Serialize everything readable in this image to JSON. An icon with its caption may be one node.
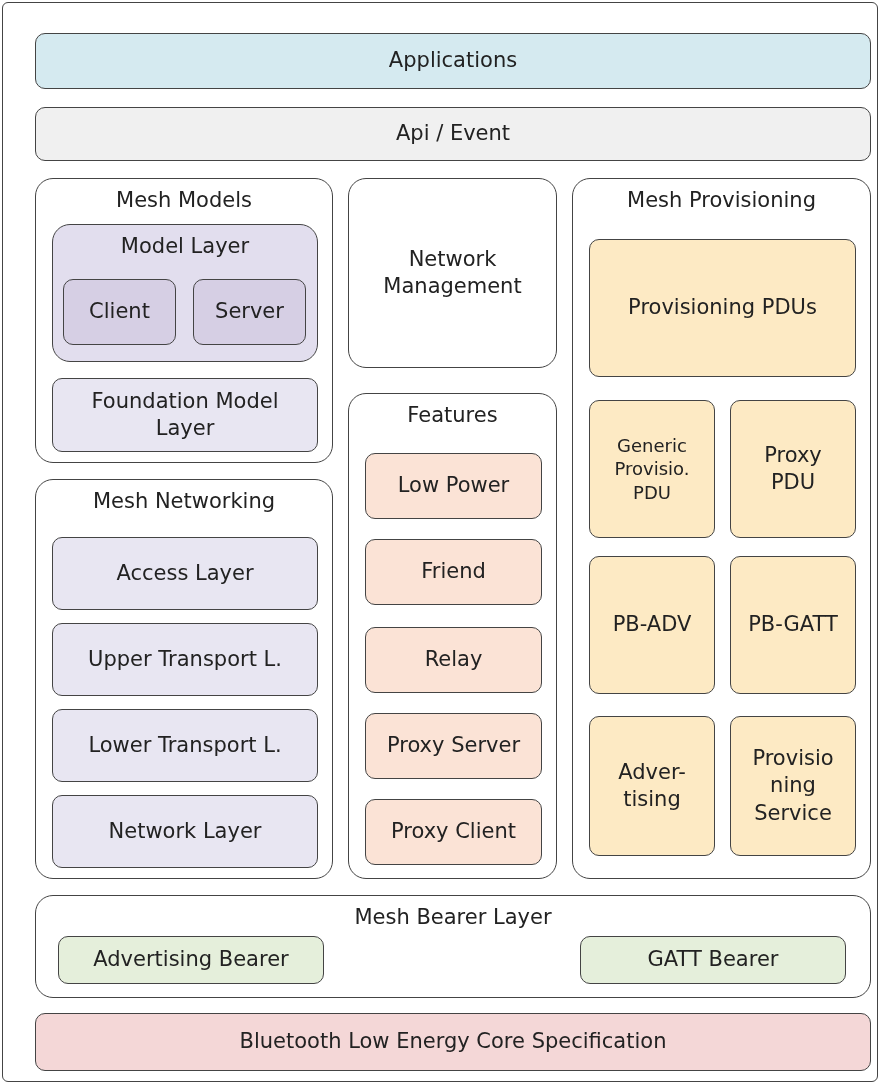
{
  "diagram": {
    "nodes": [
      {
        "text": [],
        "shape": "box"
      },
      {
        "text": [
          "Applications"
        ],
        "in": 0
      },
      {
        "text": [
          "Api / Event"
        ],
        "in": 0
      },
      {
        "text": [
          "Mesh Models"
        ],
        "in": 0
      },
      {
        "text": [
          "Model Layer"
        ],
        "in": 3
      },
      {
        "text": [
          "Client"
        ],
        "in": 4
      },
      {
        "text": [
          "Server"
        ],
        "in": 4
      },
      {
        "text": [
          "Foundation Model Layer"
        ],
        "in": 3
      },
      {
        "text": [
          "Mesh Networking"
        ],
        "in": 0
      },
      {
        "text": [
          "Access Layer"
        ],
        "in": 8
      },
      {
        "text": [
          "Upper Transport L."
        ],
        "in": 8
      },
      {
        "text": [
          "Lower Transport L."
        ],
        "in": 8
      },
      {
        "text": [
          "Network Layer"
        ],
        "in": 8
      },
      {
        "text": [
          "Network Management"
        ],
        "in": 0
      },
      {
        "text": [
          "Features"
        ],
        "in": 0
      },
      {
        "text": [
          "Low Power"
        ],
        "in": 14
      },
      {
        "text": [
          "Friend"
        ],
        "in": 14
      },
      {
        "text": [
          "Relay"
        ],
        "in": 14
      },
      {
        "text": [
          "Proxy Server"
        ],
        "in": 14
      },
      {
        "text": [
          "Proxy Client"
        ],
        "in": 14
      },
      {
        "text": [
          "Mesh Provisioning"
        ],
        "in": 0
      },
      {
        "text": [
          "Provisioning PDUs"
        ],
        "in": 20
      },
      {
        "text": [
          "Generic Provisio. PDU"
        ],
        "in": 20
      },
      {
        "text": [
          "Proxy PDU"
        ],
        "in": 20
      },
      {
        "text": [
          "PB-ADV"
        ],
        "in": 20
      },
      {
        "text": [
          "PB-GATT"
        ],
        "in": 20
      },
      {
        "text": [
          "Adver- tising"
        ],
        "in": 20
      },
      {
        "text": [
          "Provisio ning Service"
        ],
        "in": 20
      },
      {
        "text": [
          "Mesh Bearer Layer"
        ],
        "in": 0
      },
      {
        "text": [
          "Advertising Bearer"
        ],
        "in": 28
      },
      {
        "text": [
          "GATT Bearer"
        ],
        "in": 28
      },
      {
        "text": [
          "Bluetooth Low Energy Core Specification"
        ],
        "in": 0
      }
    ],
    "edges": []
  }
}
